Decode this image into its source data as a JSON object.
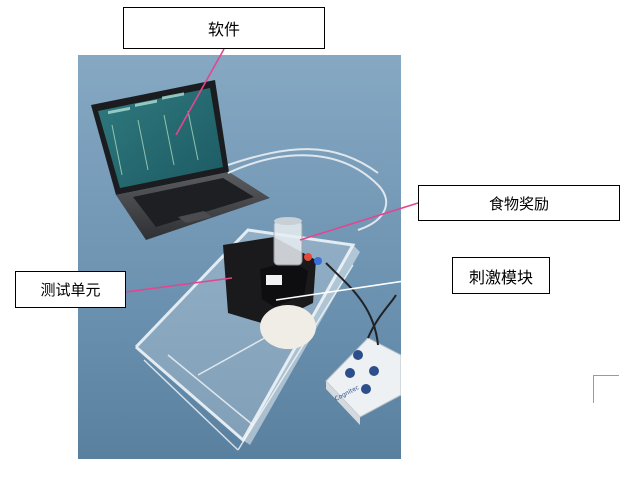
{
  "labels": {
    "software": "软件",
    "food_reward": "食物奖励",
    "stimulus_module": "刺激模块",
    "test_unit": "测试单元"
  },
  "device": {
    "brand": "Cognitec"
  },
  "colors": {
    "pointer": "#e2468e",
    "pointer_white": "#ffffff",
    "backdrop_top": "#7fa2bd",
    "backdrop_bottom": "#5d85a3",
    "box_border": "#000000"
  }
}
